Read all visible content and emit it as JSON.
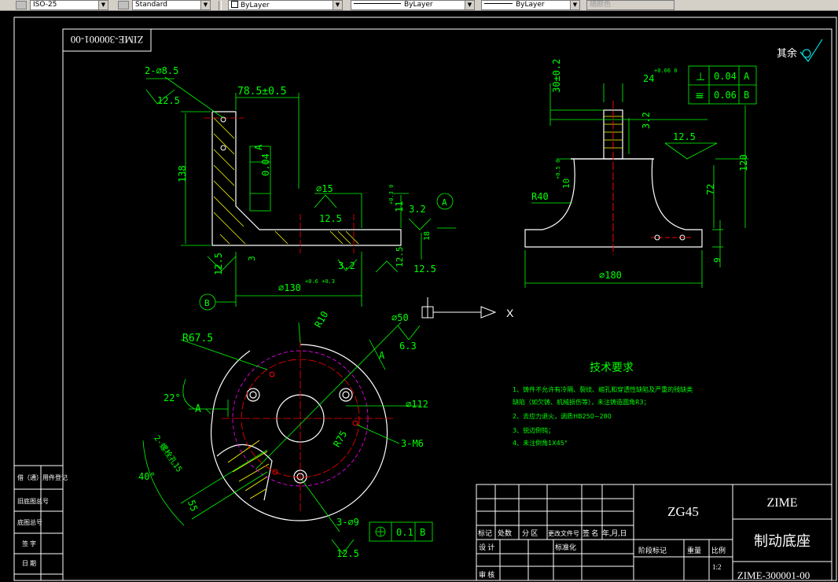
{
  "toolbar": {
    "dimstyle": "ISO-25",
    "textstyle": "Standard",
    "layer": "ByLayer",
    "linetype": "ByLayer",
    "lineweight": "ByLayer",
    "plotstyle": "随颜色"
  },
  "drawing": {
    "number_mirrored": "ZIME-300001-00",
    "roughness_other": "其余",
    "front_view": {
      "hole_callout": "2-⌀8.5",
      "roughness_1": "12.5",
      "dim_785": "78.5±0.5",
      "dim_138": "138",
      "parallel_tol": "0.04",
      "parallel_datum": "A",
      "dia15": "⌀15",
      "roughness_2": "12.5",
      "dim_11": "11",
      "dim_11_tol": "+0.3 0",
      "roughness_32": "3.2",
      "datum_a": "A",
      "dim_18": "18",
      "dim_3": "3",
      "roughness_125_left": "12.5",
      "roughness_32b": "3.2",
      "roughness_125_right": "12.5",
      "dim_125": "12.5",
      "dia130": "⌀130",
      "dia130_tol": "+0.6 +0.3",
      "datum_b": "B"
    },
    "side_view": {
      "dim_30": "30±0.2",
      "dim_24": "24",
      "dim_24_tol": "+0.06 0",
      "tol1_value": "0.04",
      "tol1_datum": "A",
      "tol2_value": "0.06",
      "tol2_datum": "B",
      "roughness_32": "3.2",
      "roughness_125": "12.5",
      "dim_120": "120",
      "dim_72": "72",
      "r40": "R40",
      "dim_10": "10",
      "dim_10_tol": "+0.5 0",
      "dia180": "⌀180",
      "dim_9": "9"
    },
    "top_view": {
      "r10": "R10",
      "r675": "R67.5",
      "dia50": "⌀50",
      "roughness_63": "6.3",
      "section_a": "A",
      "dim_22": "22°",
      "section_a2": "A",
      "dia112": "⌀112",
      "r75": "R75",
      "thread": "3-M6",
      "slot_note": "2-螺栓孔15",
      "dim_40": "40°",
      "dim_55": "55",
      "holes": "3-⌀9",
      "pos_tol": "0.1",
      "pos_datum": "B",
      "roughness_bottom": "12.5"
    },
    "ucs_x": "X"
  },
  "tech_req": {
    "title": "技术要求",
    "lines": [
      "1、铸件不允许有冷隔、裂纹、缩孔和穿透性缺陷及严重的残缺类",
      "   缺陷（如欠铸、机械损伤等），未注铸造圆角R3；",
      "2、去应力退火，调质HB250~280",
      "3、锐边倒钝；",
      "4、未注倒角1X45°"
    ]
  },
  "title_block": {
    "material": "ZG45",
    "company": "ZIME",
    "part_name": "制动底座",
    "part_number": "ZIME-300001-00",
    "scale": "1:2",
    "labels": {
      "mark": "标记",
      "count": "处数",
      "zone": "分 区",
      "doc": "更改文件号",
      "sign": "签 名",
      "date": "年,月,日",
      "design": "设 计",
      "standard": "标准化",
      "review": "审 核",
      "stage": "阶段标记",
      "weight": "重量",
      "ratio": "比例"
    }
  },
  "left_strip": {
    "rows": [
      "借（通）用件登记",
      "旧底图总号",
      "底图总号",
      "签 字",
      "日 期"
    ]
  }
}
